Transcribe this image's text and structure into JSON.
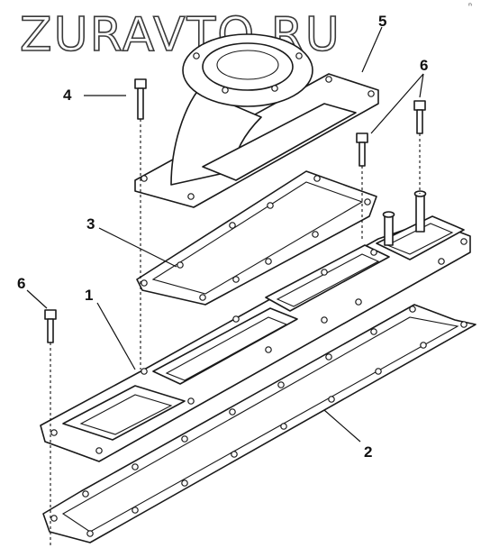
{
  "watermark": "ZURAVTO.RU",
  "corner_mark": "ⁿ",
  "callouts": [
    {
      "id": "c1",
      "label": "1"
    },
    {
      "id": "c2",
      "label": "2"
    },
    {
      "id": "c3",
      "label": "3"
    },
    {
      "id": "c4",
      "label": "4"
    },
    {
      "id": "c5",
      "label": "5"
    },
    {
      "id": "c6a",
      "label": "6"
    },
    {
      "id": "c6b",
      "label": "6"
    }
  ]
}
